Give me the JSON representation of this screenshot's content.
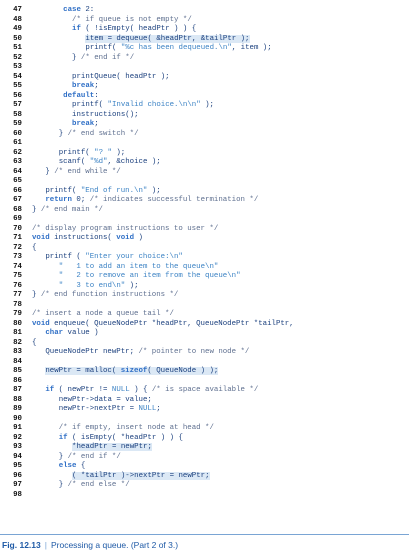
{
  "code_lines": [
    {
      "n": "47",
      "i": 7,
      "t": [
        {
          "c": "kw",
          "s": "case"
        },
        {
          "s": " 2:"
        }
      ]
    },
    {
      "n": "48",
      "i": 9,
      "t": [
        {
          "c": "cm",
          "s": "/* if queue is not empty */"
        }
      ]
    },
    {
      "n": "49",
      "i": 9,
      "t": [
        {
          "c": "kw",
          "s": "if"
        },
        {
          "s": " ( !isEmpty( headPtr ) ) {"
        }
      ]
    },
    {
      "n": "50",
      "i": 12,
      "t": [
        {
          "s": "item = dequeue( &headPtr, &tailPtr );"
        }
      ],
      "hl": true
    },
    {
      "n": "51",
      "i": 12,
      "t": [
        {
          "s": "printf( "
        },
        {
          "c": "st",
          "s": "\"%c has been dequeued.\\n\""
        },
        {
          "s": ", item );"
        }
      ]
    },
    {
      "n": "52",
      "i": 9,
      "t": [
        {
          "s": "} "
        },
        {
          "c": "cm",
          "s": "/* end if */"
        }
      ]
    },
    {
      "n": "53",
      "i": 0,
      "t": []
    },
    {
      "n": "54",
      "i": 9,
      "t": [
        {
          "s": "printQueue( headPtr );"
        }
      ]
    },
    {
      "n": "55",
      "i": 9,
      "t": [
        {
          "c": "kw",
          "s": "break"
        },
        {
          "s": ";"
        }
      ]
    },
    {
      "n": "56",
      "i": 7,
      "t": [
        {
          "c": "kw",
          "s": "default"
        },
        {
          "s": ":"
        }
      ]
    },
    {
      "n": "57",
      "i": 9,
      "t": [
        {
          "s": "printf( "
        },
        {
          "c": "st",
          "s": "\"Invalid choice.\\n\\n\""
        },
        {
          "s": " );"
        }
      ]
    },
    {
      "n": "58",
      "i": 9,
      "t": [
        {
          "s": "instructions();"
        }
      ]
    },
    {
      "n": "59",
      "i": 9,
      "t": [
        {
          "c": "kw",
          "s": "break"
        },
        {
          "s": ";"
        }
      ]
    },
    {
      "n": "60",
      "i": 6,
      "t": [
        {
          "s": "} "
        },
        {
          "c": "cm",
          "s": "/* end switch */"
        }
      ]
    },
    {
      "n": "61",
      "i": 0,
      "t": []
    },
    {
      "n": "62",
      "i": 6,
      "t": [
        {
          "s": "printf( "
        },
        {
          "c": "st",
          "s": "\"? \""
        },
        {
          "s": " );"
        }
      ]
    },
    {
      "n": "63",
      "i": 6,
      "t": [
        {
          "s": "scanf( "
        },
        {
          "c": "st",
          "s": "\"%d\""
        },
        {
          "s": ", &choice );"
        }
      ]
    },
    {
      "n": "64",
      "i": 3,
      "t": [
        {
          "s": "} "
        },
        {
          "c": "cm",
          "s": "/* end while */"
        }
      ]
    },
    {
      "n": "65",
      "i": 0,
      "t": []
    },
    {
      "n": "66",
      "i": 3,
      "t": [
        {
          "s": "printf( "
        },
        {
          "c": "st",
          "s": "\"End of run.\\n\""
        },
        {
          "s": " );"
        }
      ]
    },
    {
      "n": "67",
      "i": 3,
      "t": [
        {
          "c": "kw",
          "s": "return"
        },
        {
          "s": " 0; "
        },
        {
          "c": "cm",
          "s": "/* indicates successful termination */"
        }
      ]
    },
    {
      "n": "68",
      "i": 0,
      "t": [
        {
          "s": "} "
        },
        {
          "c": "cm",
          "s": "/* end main */"
        }
      ]
    },
    {
      "n": "69",
      "i": 0,
      "t": []
    },
    {
      "n": "70",
      "i": 0,
      "t": [
        {
          "c": "cm",
          "s": "/* display program instructions to user */"
        }
      ]
    },
    {
      "n": "71",
      "i": 0,
      "t": [
        {
          "c": "kw",
          "s": "void"
        },
        {
          "s": " instructions( "
        },
        {
          "c": "kw",
          "s": "void"
        },
        {
          "s": " )"
        }
      ]
    },
    {
      "n": "72",
      "i": 0,
      "t": [
        {
          "s": "{"
        }
      ]
    },
    {
      "n": "73",
      "i": 3,
      "t": [
        {
          "s": "printf ( "
        },
        {
          "c": "st",
          "s": "\"Enter your choice:\\n\""
        }
      ]
    },
    {
      "n": "74",
      "i": 6,
      "t": [
        {
          "c": "st",
          "s": "\"   1 to add an item to the queue\\n\""
        }
      ]
    },
    {
      "n": "75",
      "i": 6,
      "t": [
        {
          "c": "st",
          "s": "\"   2 to remove an item from the queue\\n\""
        }
      ]
    },
    {
      "n": "76",
      "i": 6,
      "t": [
        {
          "c": "st",
          "s": "\"   3 to end\\n\""
        },
        {
          "s": " );"
        }
      ]
    },
    {
      "n": "77",
      "i": 0,
      "t": [
        {
          "s": "} "
        },
        {
          "c": "cm",
          "s": "/* end function instructions */"
        }
      ]
    },
    {
      "n": "78",
      "i": 0,
      "t": []
    },
    {
      "n": "79",
      "i": 0,
      "t": [
        {
          "c": "cm",
          "s": "/* insert a node a queue tail */"
        }
      ]
    },
    {
      "n": "80",
      "i": 0,
      "t": [
        {
          "c": "kw",
          "s": "void"
        },
        {
          "s": " enqueue( QueueNodePtr *headPtr, QueueNodePtr *tailPtr,"
        }
      ]
    },
    {
      "n": "81",
      "i": 3,
      "t": [
        {
          "c": "kw",
          "s": "char"
        },
        {
          "s": " value )"
        }
      ]
    },
    {
      "n": "82",
      "i": 0,
      "t": [
        {
          "s": "{"
        }
      ]
    },
    {
      "n": "83",
      "i": 3,
      "t": [
        {
          "s": "QueueNodePtr newPtr; "
        },
        {
          "c": "cm",
          "s": "/* pointer to new node */"
        }
      ]
    },
    {
      "n": "84",
      "i": 0,
      "t": []
    },
    {
      "n": "85",
      "i": 3,
      "t": [
        {
          "s": "newPtr = malloc( "
        },
        {
          "c": "kw",
          "s": "sizeof"
        },
        {
          "s": "( QueueNode ) );"
        }
      ],
      "hl": true
    },
    {
      "n": "86",
      "i": 0,
      "t": []
    },
    {
      "n": "87",
      "i": 3,
      "t": [
        {
          "c": "kw",
          "s": "if"
        },
        {
          "s": " ( newPtr != "
        },
        {
          "c": "st",
          "s": "NULL"
        },
        {
          "s": " ) { "
        },
        {
          "c": "cm",
          "s": "/* is space available */"
        }
      ]
    },
    {
      "n": "88",
      "i": 6,
      "t": [
        {
          "s": "newPtr->data = value;"
        }
      ]
    },
    {
      "n": "89",
      "i": 6,
      "t": [
        {
          "s": "newPtr->nextPtr = "
        },
        {
          "c": "st",
          "s": "NULL"
        },
        {
          "s": ";"
        }
      ]
    },
    {
      "n": "90",
      "i": 0,
      "t": []
    },
    {
      "n": "91",
      "i": 6,
      "t": [
        {
          "c": "cm",
          "s": "/* if empty, insert node at head */"
        }
      ]
    },
    {
      "n": "92",
      "i": 6,
      "t": [
        {
          "c": "kw",
          "s": "if"
        },
        {
          "s": " ( isEmpty( *headPtr ) ) {"
        }
      ]
    },
    {
      "n": "93",
      "i": 9,
      "t": [
        {
          "s": "*headPtr = newPtr;"
        }
      ],
      "hl": true
    },
    {
      "n": "94",
      "i": 6,
      "t": [
        {
          "s": "} "
        },
        {
          "c": "cm",
          "s": "/* end if */"
        }
      ]
    },
    {
      "n": "95",
      "i": 6,
      "t": [
        {
          "c": "kw",
          "s": "else"
        },
        {
          "s": " {"
        }
      ]
    },
    {
      "n": "96",
      "i": 9,
      "t": [
        {
          "s": "( *tailPtr )->nextPtr = newPtr;"
        }
      ],
      "hl": true
    },
    {
      "n": "97",
      "i": 6,
      "t": [
        {
          "s": "} "
        },
        {
          "c": "cm",
          "s": "/* end else */"
        }
      ]
    },
    {
      "n": "98",
      "i": 0,
      "t": []
    }
  ],
  "caption": {
    "figure_label": "Fig. 12.13",
    "separator": "|",
    "text": "Processing a queue. (Part 2 of 3.)"
  },
  "colors": {
    "code_text": "#1a3f7d",
    "keyword": "#2f6fc6",
    "comment": "#5e6f8f",
    "string": "#3b82c4",
    "highlight": "#dbe8f5",
    "caption": "#1f5aa6",
    "rule": "#7aa5d4"
  }
}
